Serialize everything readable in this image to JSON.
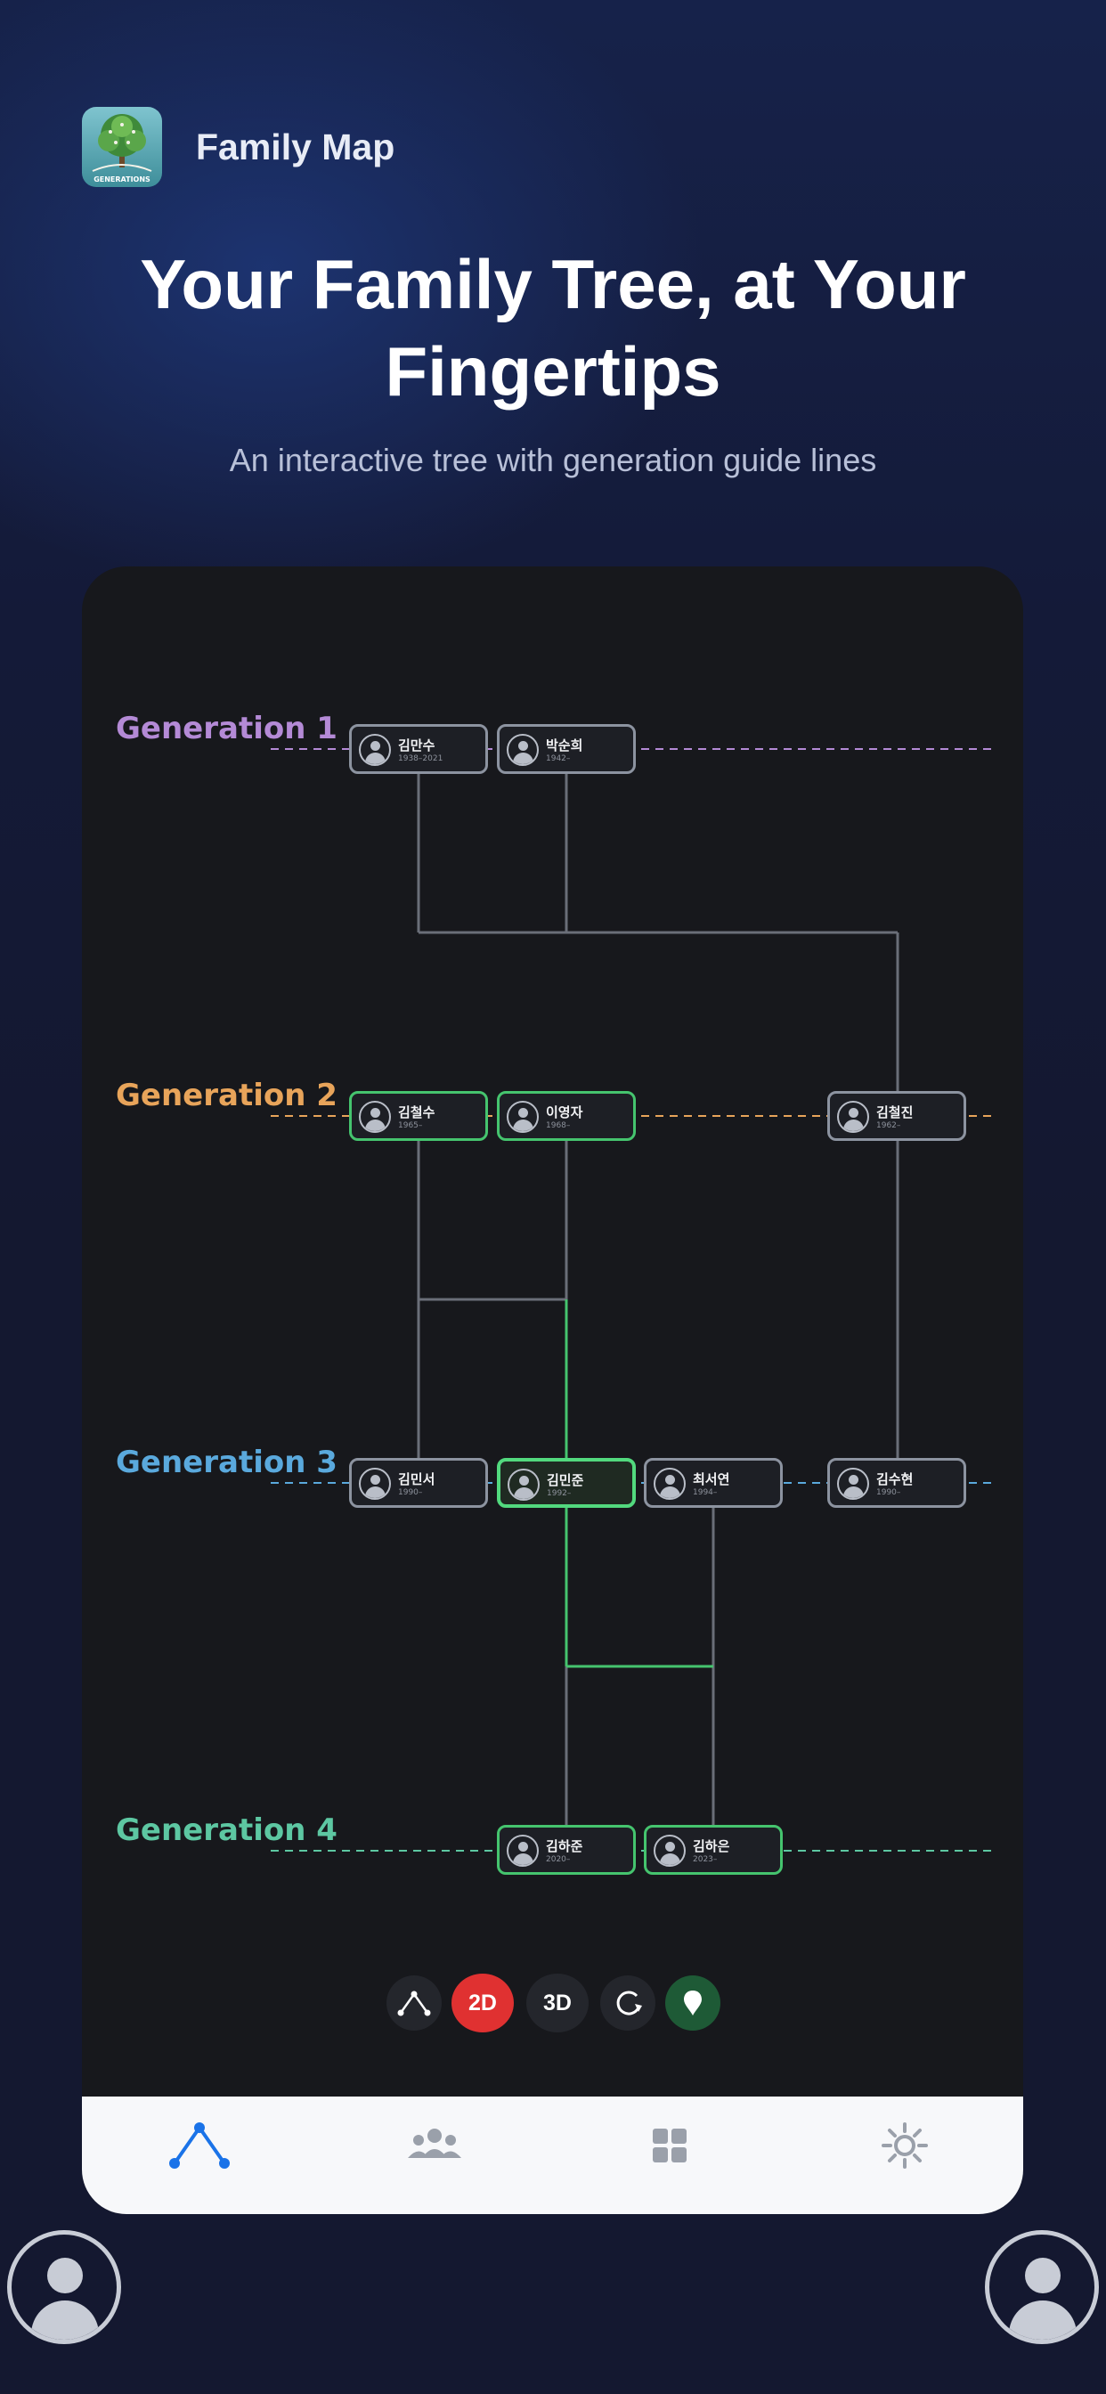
{
  "app": {
    "name": "Family Map",
    "icon_text": "GENERATIONS"
  },
  "hero": {
    "title": "Your Family Tree, at Your Fingertips",
    "subtitle": "An interactive tree with generation guide lines"
  },
  "tree": {
    "generations": [
      {
        "label": "Generation 1",
        "color": "#b48ad6"
      },
      {
        "label": "Generation 2",
        "color": "#e8a45a"
      },
      {
        "label": "Generation 3",
        "color": "#5aa9dd"
      },
      {
        "label": "Generation 4",
        "color": "#5dc7a2"
      }
    ],
    "members": [
      {
        "name": "김만수",
        "years": "1938–2021"
      },
      {
        "name": "박순희",
        "years": "1942–"
      },
      {
        "name": "김철수",
        "years": "1965–"
      },
      {
        "name": "이영자",
        "years": "1968–"
      },
      {
        "name": "김철진",
        "years": "1962–"
      },
      {
        "name": "김민서",
        "years": "1990–"
      },
      {
        "name": "김민준",
        "years": "1992–"
      },
      {
        "name": "최서연",
        "years": "1994–"
      },
      {
        "name": "김수현",
        "years": "1990–"
      },
      {
        "name": "김하준",
        "years": "2020–"
      },
      {
        "name": "김하은",
        "years": "2023–"
      }
    ],
    "line_color": "#6a6e78",
    "highlight_color": "#45c46e"
  },
  "controls": {
    "path_icon": "path-icon",
    "label_2d": "2D",
    "label_3d": "3D",
    "reset_icon": "rotate-icon",
    "pin_icon": "map-pin-icon",
    "active_2d_color": "#e03131",
    "pin_bg_color": "#1e5a36"
  },
  "tabs": [
    {
      "icon": "tree-graph-icon",
      "active": true
    },
    {
      "icon": "people-icon",
      "active": false
    },
    {
      "icon": "grid-icon",
      "active": false
    },
    {
      "icon": "settings-icon",
      "active": false
    }
  ]
}
